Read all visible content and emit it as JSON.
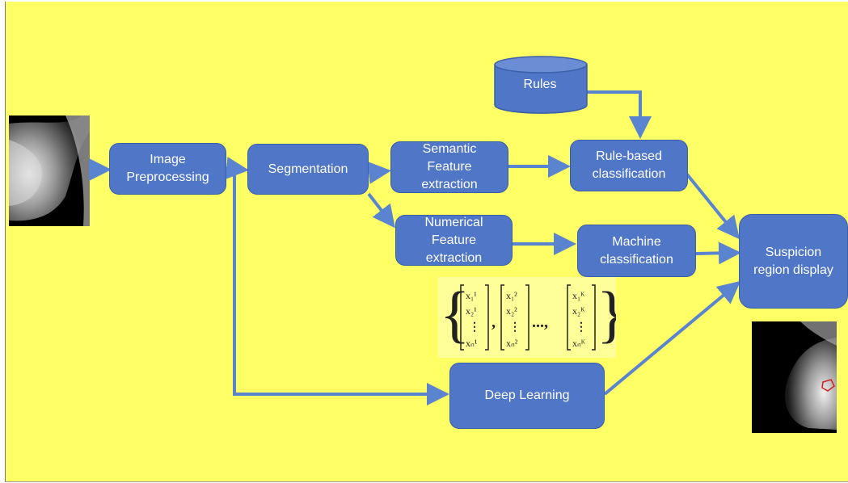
{
  "diagram": {
    "nodes": {
      "image_preprocessing": [
        "Image",
        "Preprocessing"
      ],
      "segmentation": [
        "Segmentation"
      ],
      "semantic_feature": [
        "Semantic",
        "Feature",
        "extraction"
      ],
      "numerical_feature": [
        "Numerical",
        "Feature",
        "extraction"
      ],
      "rules": "Rules",
      "rule_based": [
        "Rule-based",
        "classification"
      ],
      "machine_classification": [
        "Machine",
        "classification"
      ],
      "suspicion_display": [
        "Suspicion",
        "region display"
      ],
      "deep_learning": [
        "Deep Learning"
      ]
    },
    "vector_notation": {
      "v1": [
        "x₁¹",
        "x₂¹",
        "xₙ¹"
      ],
      "v2": [
        "x₁²",
        "x₂²",
        "xₙ²"
      ],
      "vk": [
        "x₁ᴷ",
        "x₂ᴷ",
        "xₙᴷ"
      ],
      "separator": ",",
      "ellipsis": "...,"
    },
    "colors": {
      "background": "#ffff66",
      "box_fill": "#4f76c7",
      "arrow": "#5b84d0",
      "text": "#ffffff"
    }
  }
}
